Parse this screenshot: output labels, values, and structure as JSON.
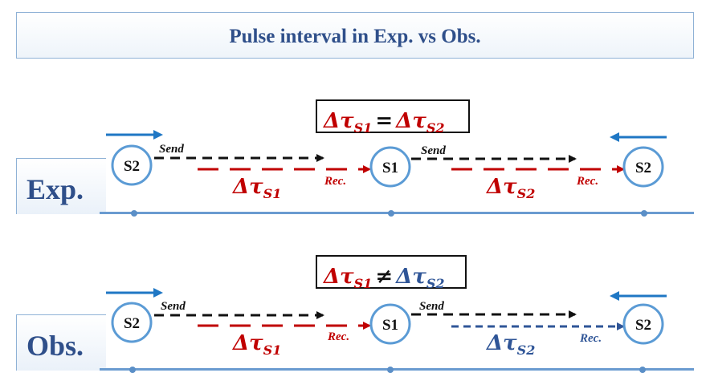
{
  "title": "Pulse interval in Exp. vs Obs.",
  "colors": {
    "red": "#c00000",
    "blue": "#2f5597",
    "node_stroke": "#5b9bd5",
    "arrow_blue": "#1f77c4"
  },
  "panels": [
    {
      "side_label": "Exp.",
      "equation": {
        "left": "Δτ",
        "left_sub": "S1",
        "op": "=",
        "right": "Δτ",
        "right_sub": "S2",
        "right_color": "red"
      },
      "nodes": [
        "S2",
        "S1",
        "S2"
      ],
      "send_labels": [
        "Send",
        "Send"
      ],
      "rec_labels": [
        "Rec.",
        "Rec."
      ],
      "intervals": [
        {
          "symbol": "Δτ",
          "sub": "S1",
          "color": "red"
        },
        {
          "symbol": "Δτ",
          "sub": "S2",
          "color": "red"
        }
      ]
    },
    {
      "side_label": "Obs.",
      "equation": {
        "left": "Δτ",
        "left_sub": "S1",
        "op": "≠",
        "right": "Δτ",
        "right_sub": "S2",
        "right_color": "blue"
      },
      "nodes": [
        "S2",
        "S1",
        "S2"
      ],
      "send_labels": [
        "Send",
        "Send"
      ],
      "rec_labels": [
        "Rec.",
        "Rec."
      ],
      "intervals": [
        {
          "symbol": "Δτ",
          "sub": "S1",
          "color": "red"
        },
        {
          "symbol": "Δτ",
          "sub": "S2",
          "color": "blue"
        }
      ]
    }
  ]
}
